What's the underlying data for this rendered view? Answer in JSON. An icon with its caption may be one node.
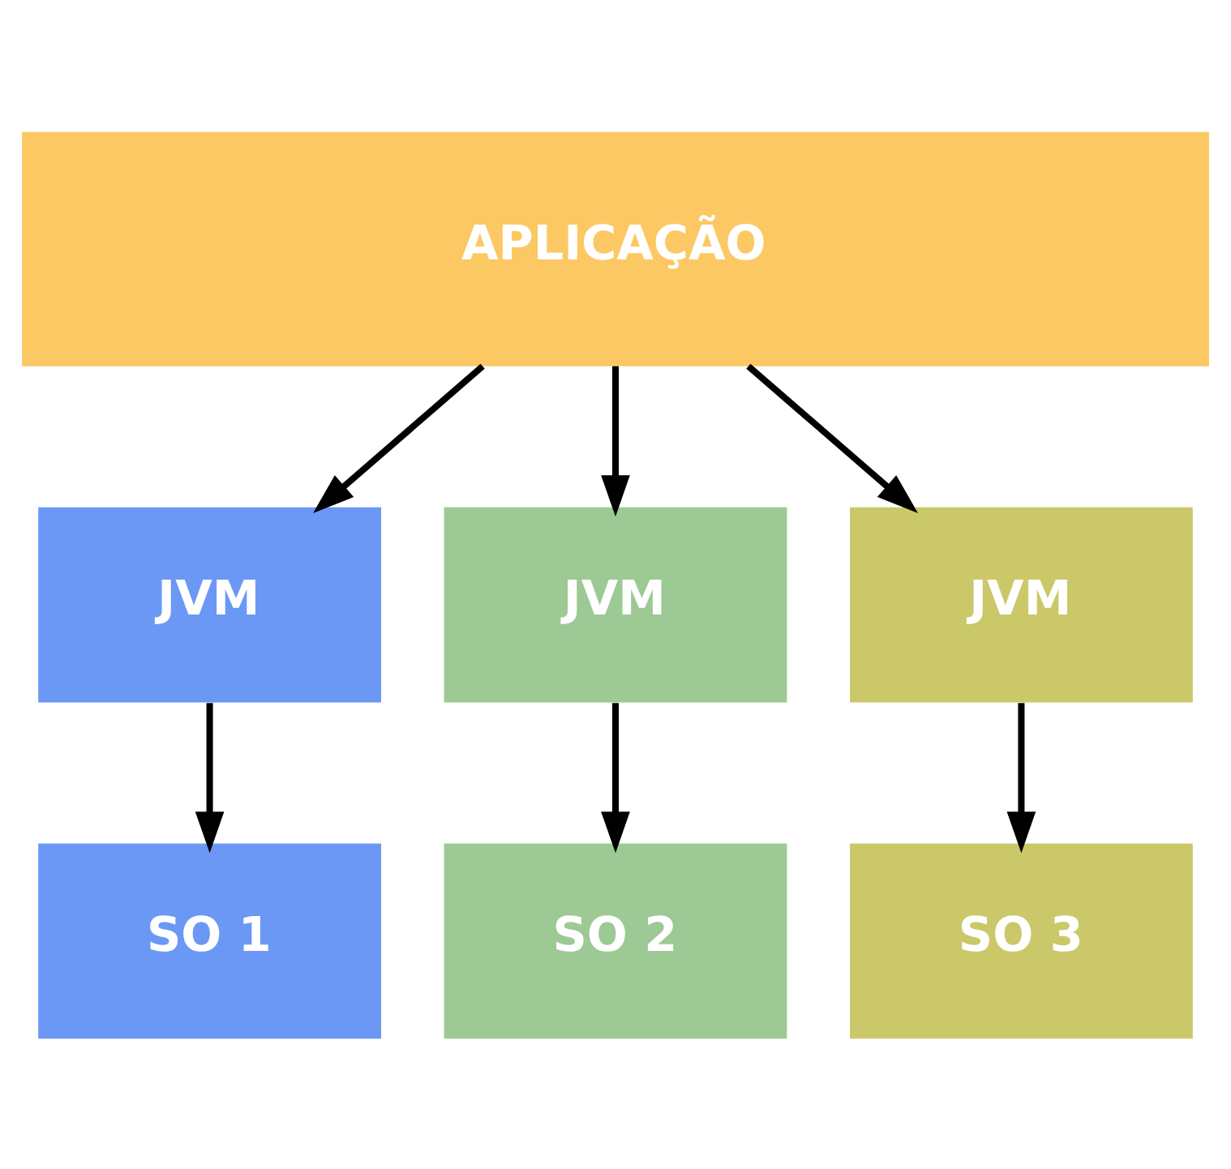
{
  "diagram": {
    "nodes": [
      {
        "text": [
          "APLICAÇÃO"
        ]
      },
      {
        "text": [
          "JVM"
        ]
      },
      {
        "text": [
          "JVM"
        ]
      },
      {
        "text": [
          "JVM"
        ]
      },
      {
        "text": [
          "SO 1"
        ]
      },
      {
        "text": [
          "SO 2"
        ]
      },
      {
        "text": [
          "SO 3"
        ]
      }
    ],
    "edges": [
      {
        "from": 0,
        "to": 1,
        "arrow": "to"
      },
      {
        "from": 0,
        "to": 2,
        "arrow": "to"
      },
      {
        "from": 0,
        "to": 3,
        "arrow": "to"
      },
      {
        "from": 1,
        "to": 4,
        "arrow": "to"
      },
      {
        "from": 2,
        "to": 5,
        "arrow": "to"
      },
      {
        "from": 3,
        "to": 6,
        "arrow": "to"
      }
    ]
  }
}
